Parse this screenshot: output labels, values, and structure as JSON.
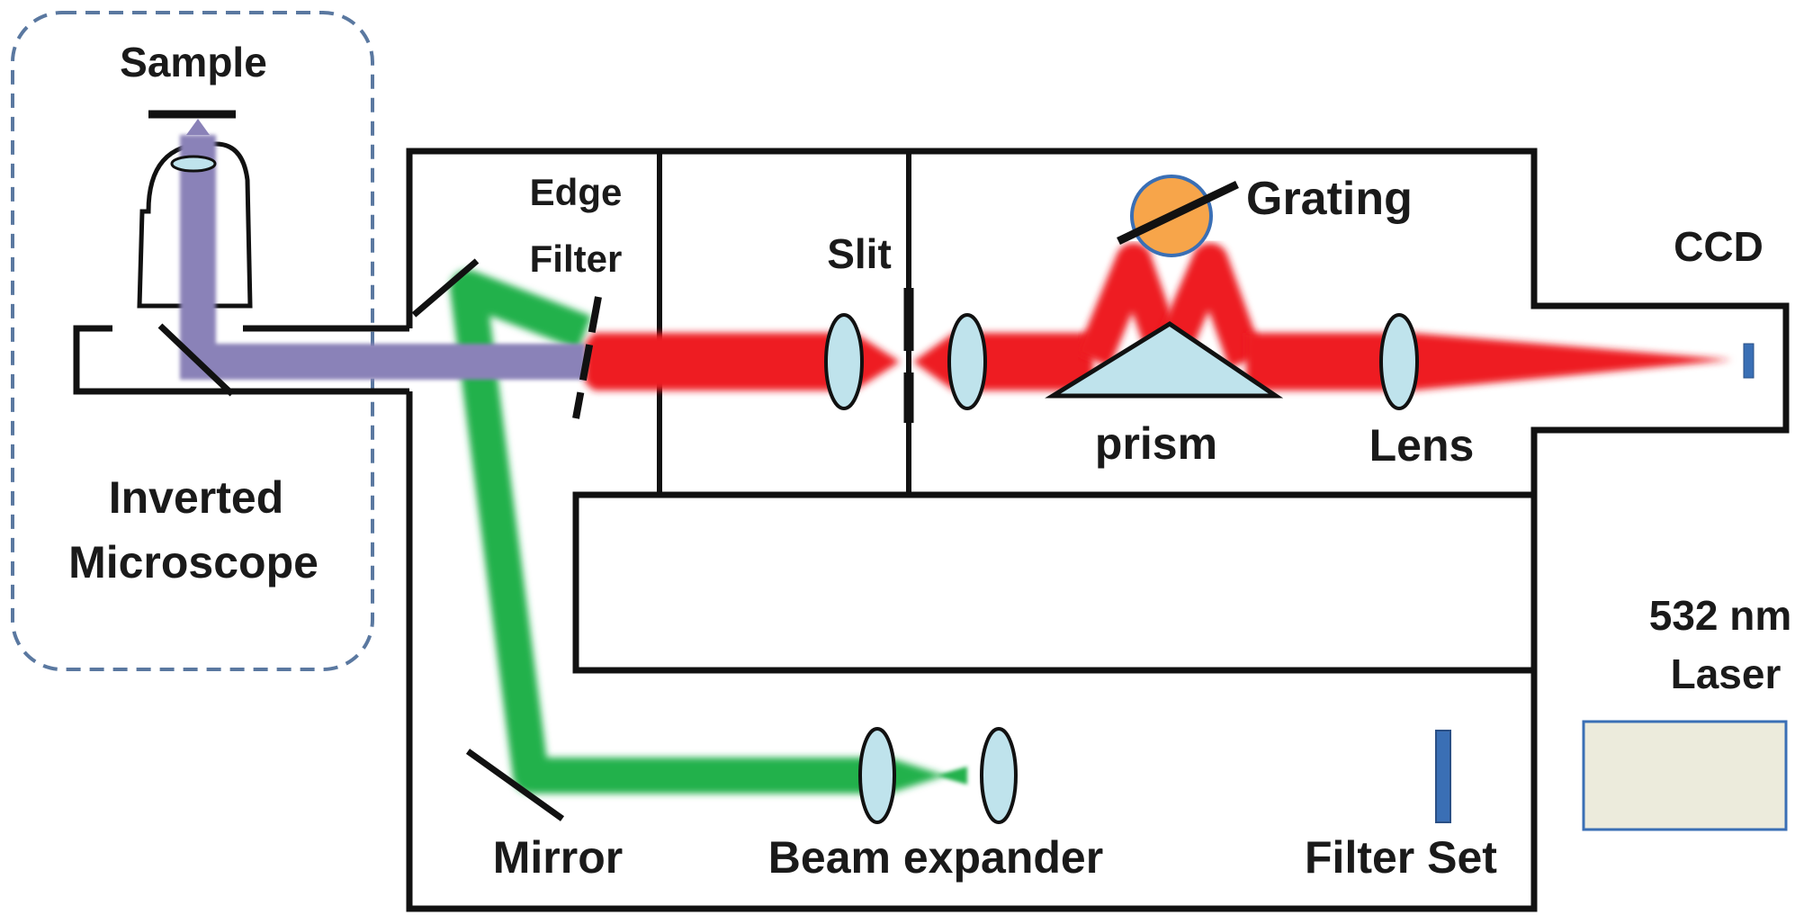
{
  "labels": {
    "sample": "Sample",
    "edge_filter_line1": "Edge",
    "edge_filter_line2": "Filter",
    "slit": "Slit",
    "grating": "Grating",
    "ccd": "CCD",
    "prism": "prism",
    "lens": "Lens",
    "microscope_line1": "Inverted",
    "microscope_line2": "Microscope",
    "laser_line1": "532 nm",
    "laser_line2": "Laser",
    "mirror": "Mirror",
    "beam_expander": "Beam expander",
    "filter_set": "Filter Set"
  },
  "colors": {
    "laser_beam": "#22b14c",
    "raman_beam": "#ee1c24",
    "combined_beam": "#8a82b8",
    "lens_fill": "#bfe3ec",
    "grating_disc": "#f7a54a",
    "filter_blue": "#3a6fb5",
    "laser_box": "#ecebdc",
    "dashed_outline": "#5a78a0"
  }
}
